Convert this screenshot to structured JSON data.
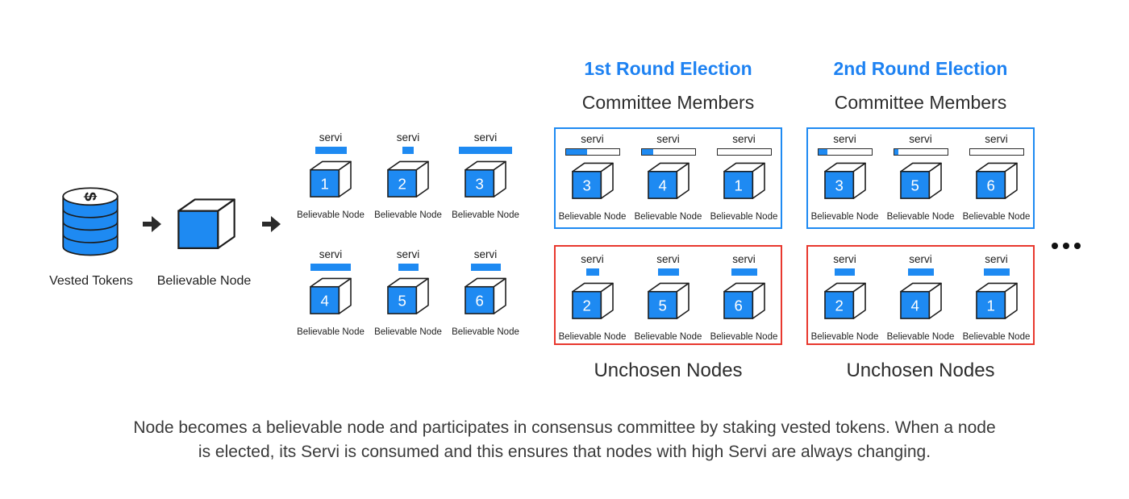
{
  "flow": {
    "vested_tokens_label": "Vested Tokens",
    "believable_node_label": "Believable Node"
  },
  "labels": {
    "servi": "servi",
    "believable_node": "Believable Node"
  },
  "rounds": [
    {
      "title": "1st Round Election",
      "subtitle": "Committee Members",
      "unchosen_label": "Unchosen Nodes"
    },
    {
      "title": "2nd Round Election",
      "subtitle": "Committee Members",
      "unchosen_label": "Unchosen Nodes"
    }
  ],
  "node_groups": {
    "initial_top": {
      "style": "solid",
      "nodes": [
        {
          "id": "1",
          "servi_pct": 57
        },
        {
          "id": "2",
          "servi_pct": 21
        },
        {
          "id": "3",
          "servi_pct": 97
        }
      ]
    },
    "initial_bottom": {
      "style": "solid",
      "nodes": [
        {
          "id": "4",
          "servi_pct": 74
        },
        {
          "id": "5",
          "servi_pct": 37
        },
        {
          "id": "6",
          "servi_pct": 54
        }
      ]
    },
    "round1_committee": {
      "style": "meter",
      "nodes": [
        {
          "id": "3",
          "servi_pct": 40
        },
        {
          "id": "4",
          "servi_pct": 22
        },
        {
          "id": "1",
          "servi_pct": 0
        }
      ]
    },
    "round1_unchosen": {
      "style": "solid",
      "nodes": [
        {
          "id": "2",
          "servi_pct": 24
        },
        {
          "id": "5",
          "servi_pct": 38
        },
        {
          "id": "6",
          "servi_pct": 47
        }
      ]
    },
    "round2_committee": {
      "style": "meter",
      "nodes": [
        {
          "id": "3",
          "servi_pct": 18
        },
        {
          "id": "5",
          "servi_pct": 9
        },
        {
          "id": "6",
          "servi_pct": 0
        }
      ]
    },
    "round2_unchosen": {
      "style": "solid",
      "nodes": [
        {
          "id": "2",
          "servi_pct": 37
        },
        {
          "id": "4",
          "servi_pct": 47
        },
        {
          "id": "1",
          "servi_pct": 47
        }
      ]
    }
  },
  "caption": {
    "line1": "Node becomes a believable node and participates in consensus committee by staking vested tokens. When a node",
    "line2": "is elected, its Servi is consumed and this ensures that nodes with high Servi are always changing."
  },
  "icons": {
    "coin_stack": "coin-stack-icon",
    "coin_symbol": "$",
    "flow_arrow": "arrow-right-icon",
    "node_cube": "cube-icon",
    "more_rounds": "ellipsis-icon"
  },
  "colors": {
    "accent_blue": "#1e8af2",
    "committee_border": "#1e8af2",
    "unchosen_border": "#e8382e",
    "cube_outline": "#1c1c1c",
    "text_dark": "#2d2d2d"
  }
}
